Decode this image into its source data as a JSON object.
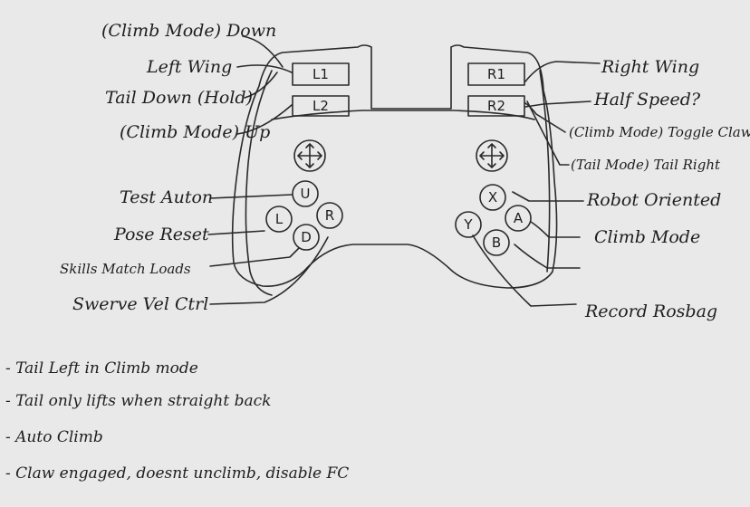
{
  "controller_buttons": {
    "l1": "L1",
    "l2": "L2",
    "r1": "R1",
    "r2": "R2",
    "u": "U",
    "l": "L",
    "r": "R",
    "d": "D",
    "x": "X",
    "y": "Y",
    "a": "A",
    "b": "B"
  },
  "left_labels": {
    "climb_down": "(Climb Mode) Down",
    "left_wing": "Left Wing",
    "tail_down": "Tail Down (Hold)",
    "climb_up": "(Climb Mode) Up",
    "test_auton": "Test Auton",
    "pose_reset": "Pose Reset",
    "skills_match_loads": "Skills Match Loads",
    "swerve_vel_ctrl": "Swerve Vel Ctrl"
  },
  "right_labels": {
    "right_wing": "Right Wing",
    "half_speed": "Half Speed?",
    "toggle_claw": "(Climb Mode) Toggle Claw",
    "tail_right": "(Tail Mode) Tail Right",
    "robot_oriented": "Robot Oriented",
    "climb_mode": "Climb Mode",
    "record_rosbag": "Record Rosbag"
  },
  "notes": [
    "- Tail Left in Climb mode",
    "- Tail only lifts when straight back",
    "- Auto Climb",
    "- Claw engaged, doesnt unclimb, disable FC"
  ]
}
